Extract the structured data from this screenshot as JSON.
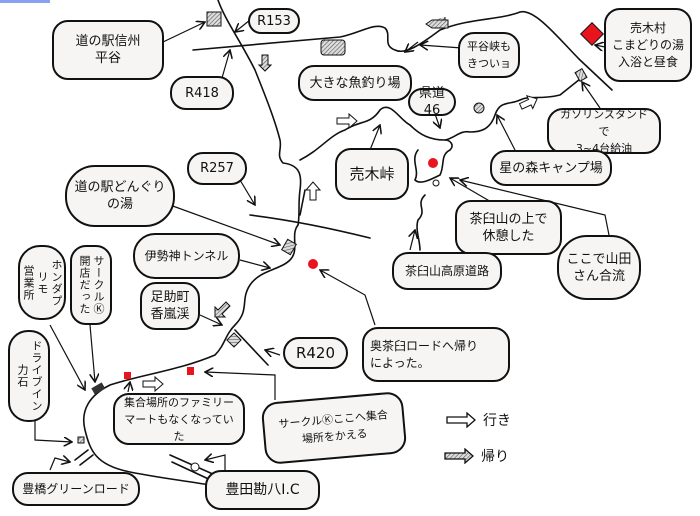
{
  "map": {
    "labels": {
      "michinoeki_hiraya": "道の駅信州\n平谷",
      "r153": "R153",
      "r418": "R418",
      "fishing": "大きな魚釣り場",
      "hiraya_pass": "平谷峡も\nきついョ",
      "urugi_onsen": "売木村\nこまどりの湯\n入浴と昼食",
      "pref46": "県道46",
      "gas": "ガソリンスタンドで\n3~4台給油",
      "urugi_pass": "売木峠",
      "camp": "星の森キャンプ場",
      "r257": "R257",
      "donguri": "道の駅どんぐり\nの湯",
      "chausu_rest": "茶臼山の上で\n休憩した",
      "chausu_road": "茶臼山高原道路",
      "yamada": "ここで山田\nさん合流",
      "iseigami": "伊勢神トンネル",
      "korankei": "足助町\n香嵐渓",
      "circlek_open": "サークルⓀ\n開店だった",
      "honda": "ホンダプリモ\n営業所",
      "drivein": "ドライブイン\n力石",
      "r420": "R420",
      "oku_chausu": "奥茶臼ロードへ帰り\nによった。",
      "familymart": "集合場所のファミリー\nマートもなくなっていた",
      "circlek_meet": "サークルⓀここへ集合\n場所をかえる",
      "green_road": "豊橋グリーンロード",
      "toyota_ic": "豊田勘八I.C"
    },
    "legend": {
      "outbound": "行き",
      "return": "帰り"
    },
    "colors": {
      "stop_red": "#e8141e",
      "ink": "#111111",
      "bubble": "#f7f5f4",
      "hatch": "#9a9a9a"
    }
  }
}
